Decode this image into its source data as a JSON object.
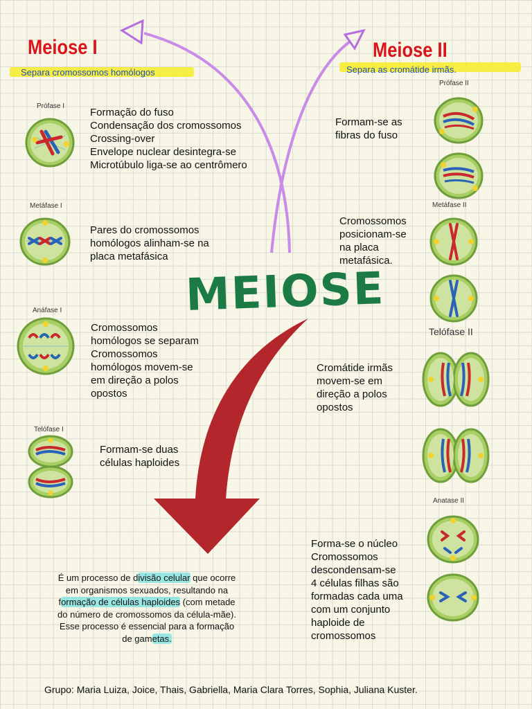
{
  "center_title": "MEIOSE",
  "meiose_1": {
    "title": "Meiose I",
    "subtitle": "Separa cromossomos homólogos",
    "stages": [
      {
        "label": "Prófase I",
        "text": "Formação do fuso\nCondensação dos cromossomos\nCrossing-over\nEnvelope nuclear desintegra-se\nMicrotúbulo liga-se ao centrômero"
      },
      {
        "label": "Metáfase I",
        "text": "Pares do cromossomos\nhomólogos alinham-se na\nplaca metafásica"
      },
      {
        "label": "Anáfase I",
        "text": "Cromossomos\nhomólogos se separam\nCromossomos\nhomólogos movem-se\nem direção a polos\nopostos"
      },
      {
        "label": "Telófase I",
        "text": "Formam-se duas\ncélulas haploides"
      }
    ]
  },
  "meiose_2": {
    "title": "Meiose II",
    "subtitle": "Separa as cromátide irmãs.",
    "stages": [
      {
        "label": "Prófase II",
        "text": "Formam-se as\nfibras do fuso"
      },
      {
        "label": "Metáfase II",
        "text": "Cromossomos\nposicionam-se\nna placa\nmetafásica."
      },
      {
        "label": "Telófase II",
        "text": "Cromátide irmãs\nmovem-se em\ndireção a polos\nopostos"
      },
      {
        "label": "Anatase II",
        "text": "Forma-se o núcleo\nCromossomos\ndescondensam-se\n4 células filhas são\nformadas cada uma\ncom um conjunto\nhaploide de\ncromossomos"
      }
    ]
  },
  "description": {
    "p1": "É um processo de d",
    "h1": "ivisão celular",
    "p2": " que ocorre\nem organismos sexuados, resultando na\nf",
    "h2": "ormação de células haploides",
    "p3": " (com metade\ndo número de cromossomos da célula-mãe).\nEsse processo é essencial para a formação\nde gam",
    "h3": "etas.",
    "p4": ""
  },
  "credits": "Grupo: Maria Luiza, Joice, Thais, Gabriella, Maria Clara Torres, Sophia, Juliana Kuster.",
  "colors": {
    "title_red": "#d8141c",
    "meiose_green": "#1c7a45",
    "highlight_yellow": "#f7ec28",
    "highlight_cyan": "#78e1e1",
    "arrow_purple": "#c98be8",
    "arrow_red": "#b3262b"
  }
}
